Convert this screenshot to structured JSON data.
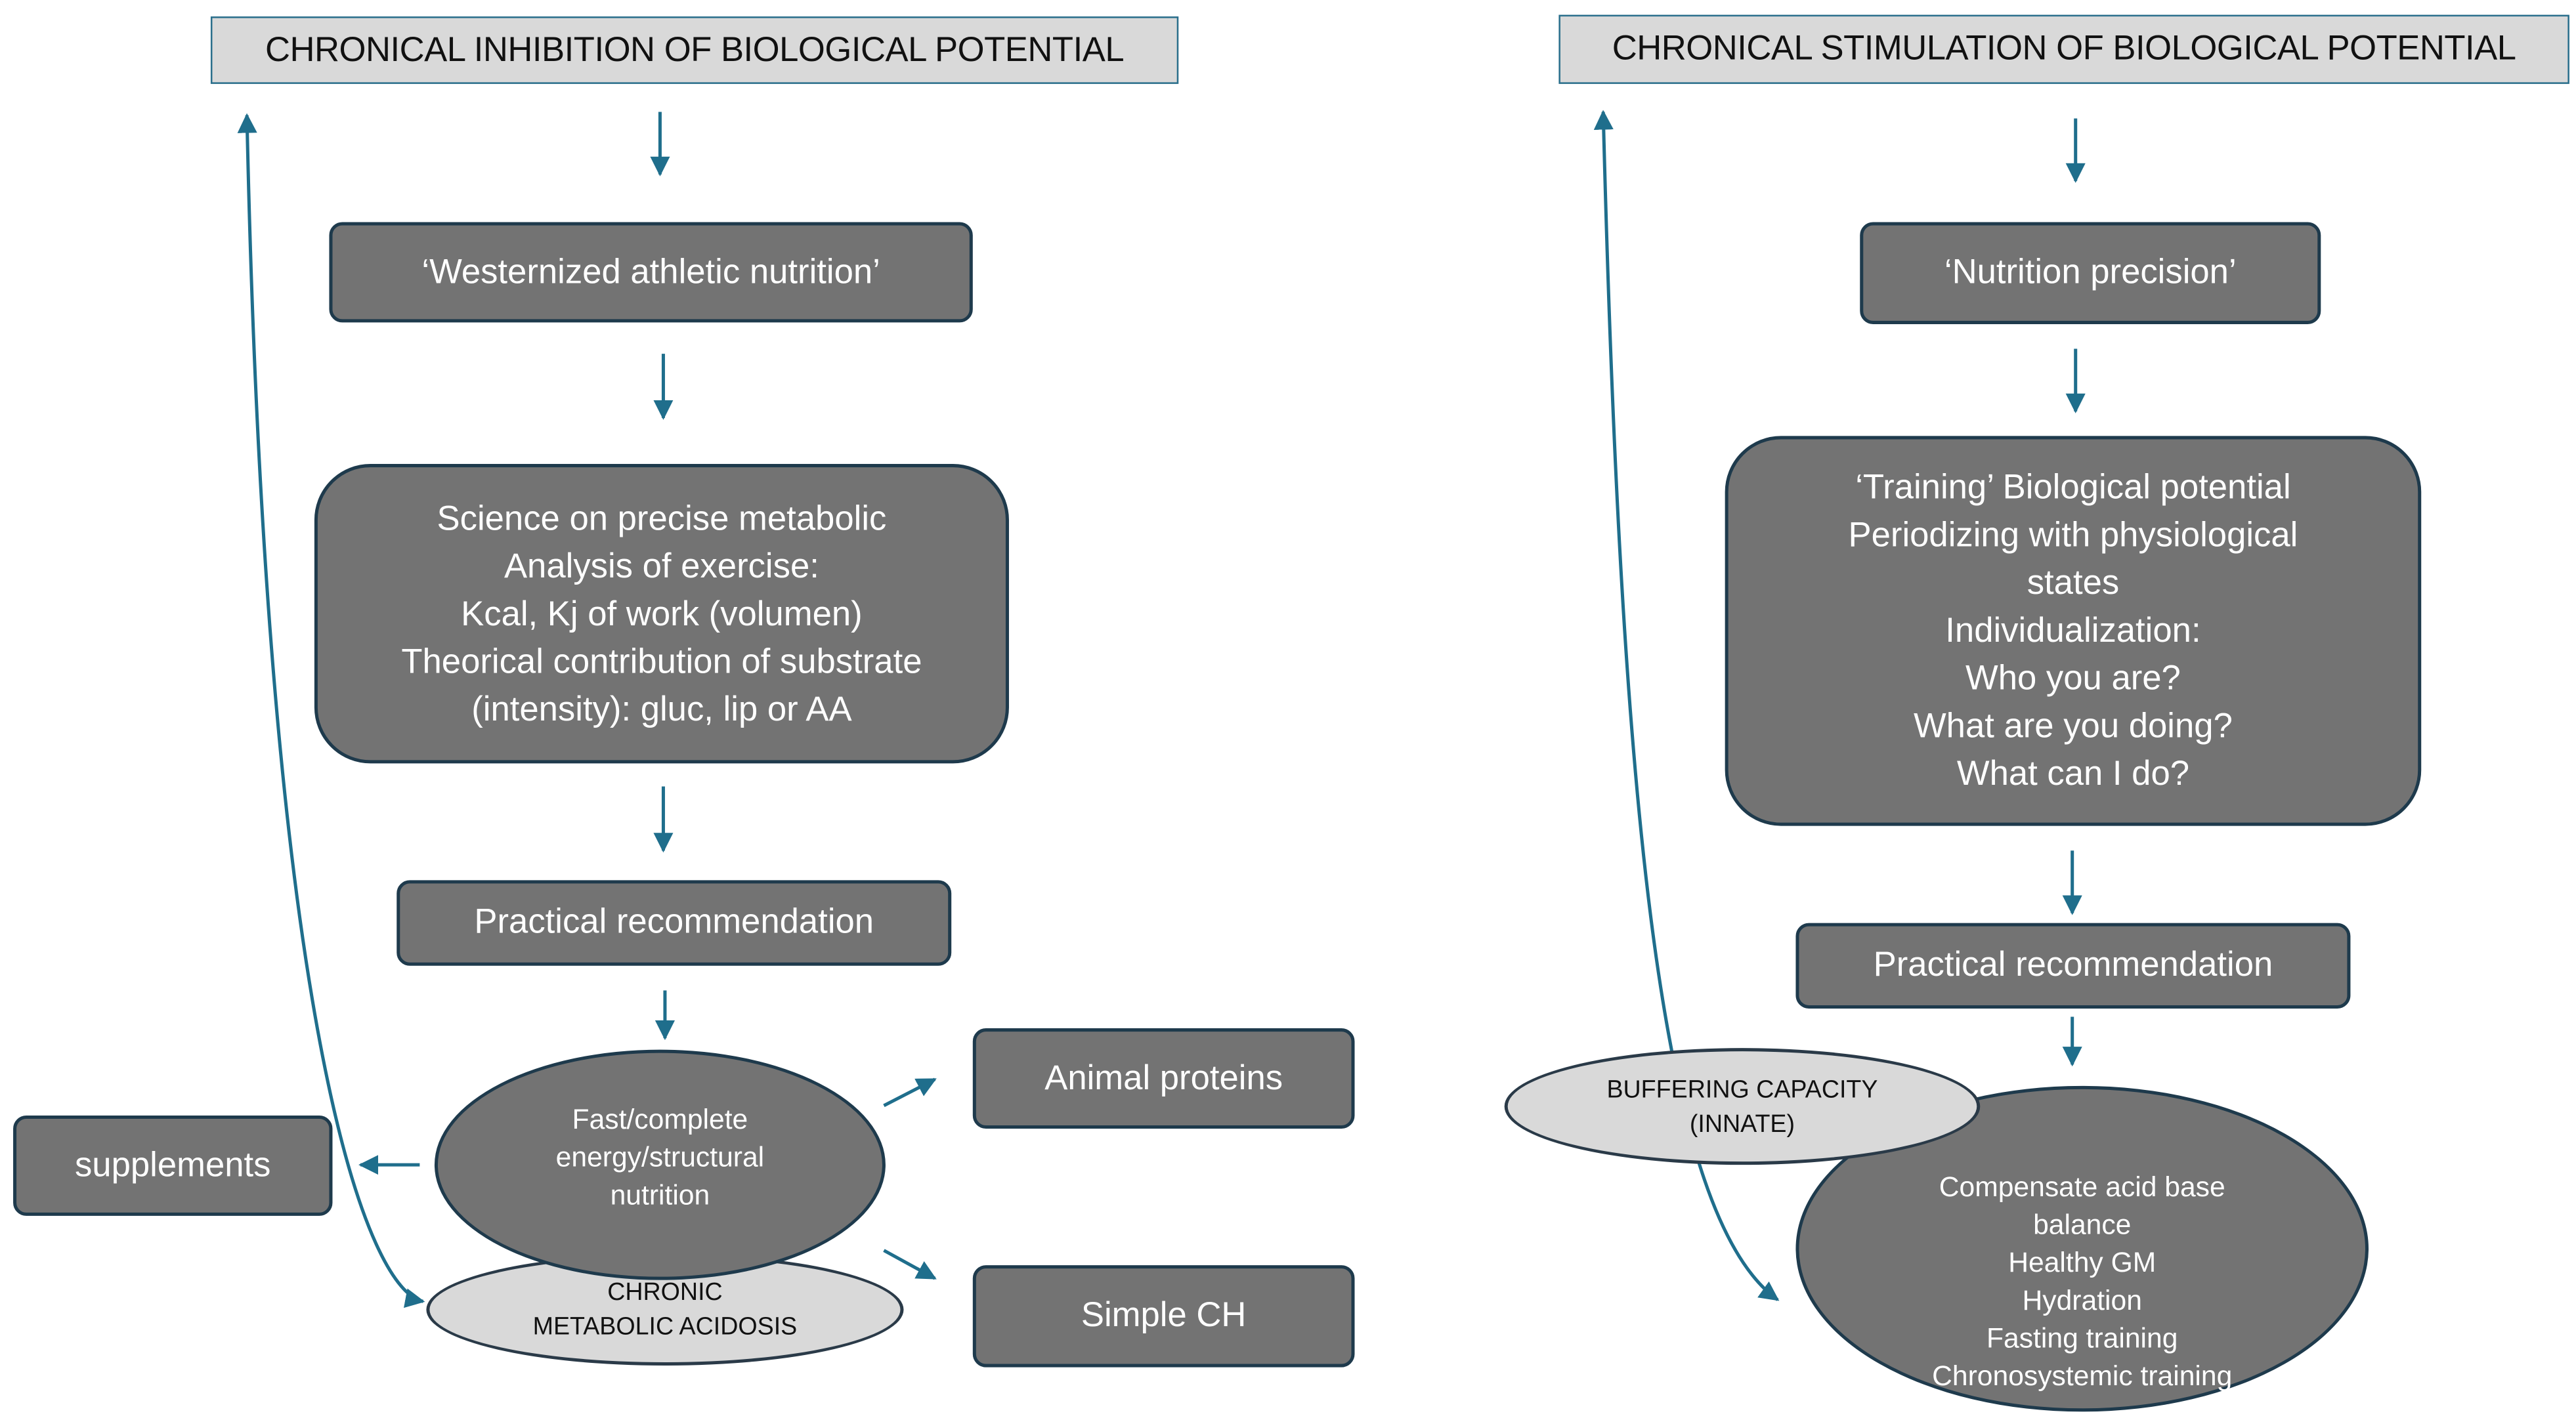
{
  "left": {
    "header": "CHRONICAL INHIBITION OF BIOLOGICAL POTENTIAL",
    "nutrition": "‘Westernized athletic nutrition’",
    "science_lines": [
      "Science on precise metabolic",
      "Analysis of exercise:",
      "Kcal, Kj of work (volumen)",
      "Theorical contribution of substrate",
      "(intensity): gluc, lip or AA"
    ],
    "practical": "Practical recommendation",
    "fast_lines": [
      "Fast/complete",
      "energy/structural",
      "nutrition"
    ],
    "acidosis_lines": [
      "CHRONIC",
      "METABOLIC ACIDOSIS"
    ],
    "supplements": "supplements",
    "animal_proteins": "Animal proteins",
    "simple_ch": "Simple CH"
  },
  "right": {
    "header": "CHRONICAL STIMULATION OF BIOLOGICAL POTENTIAL",
    "nutrition": "‘Nutrition precision’",
    "training_lines": [
      "‘Training’ Biological potential",
      "Periodizing with physiological",
      "states",
      "Individualization:",
      "Who you are?",
      "What are you doing?",
      "What can I do?"
    ],
    "practical": "Practical recommendation",
    "buffering_lines": [
      "BUFFERING CAPACITY",
      "(INNATE)"
    ],
    "compensate_lines": [
      "Compensate acid base",
      "balance",
      "Healthy GM",
      "Hydration",
      "Fasting training",
      "Chronosystemic training"
    ]
  },
  "colors": {
    "arrow": "#1f6e8c",
    "box_fill": "#737373",
    "box_border": "#1e3a4c",
    "light_fill": "#d9d9d9",
    "box_text": "#ffffff",
    "header_text": "#111111"
  }
}
